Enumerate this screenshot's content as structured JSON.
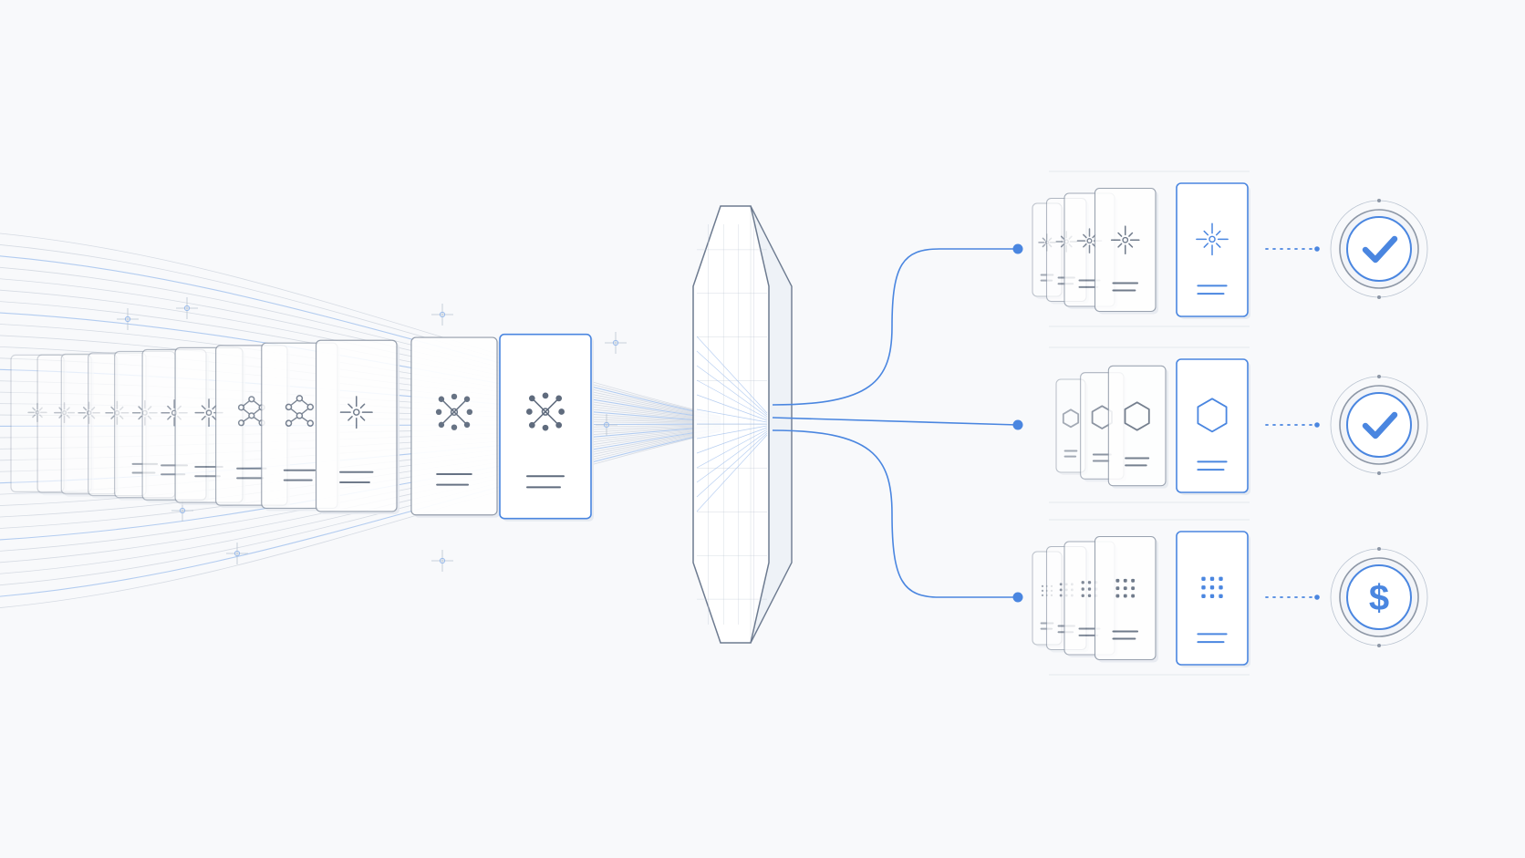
{
  "colors": {
    "background": "#f8f9fb",
    "accent": "#4a86e0",
    "accent_soft": "#9bbcec",
    "line_gray": "#b9c3d0",
    "card_stroke": "#8d97a6",
    "glyph": "#5f6b7d",
    "prism_stroke": "#6d7b90"
  },
  "input_stack": {
    "card_count": 12,
    "glyph_sequence": [
      "sparkle-icon",
      "sparkle-icon",
      "sparkle-icon",
      "sparkle-icon",
      "sparkle-icon",
      "sparkle-icon",
      "sparkle-icon",
      "nodes-icon",
      "nodes-icon",
      "sparkle-icon",
      "network-icon",
      "network-icon"
    ]
  },
  "prism": {
    "name": "prism-filter"
  },
  "output_branches": [
    {
      "name": "sparkle",
      "card_glyph": "sparkle-icon",
      "card_count": 5,
      "result_icon": "check-icon",
      "result_text": ""
    },
    {
      "name": "hexagon",
      "card_glyph": "hexagon-icon",
      "card_count": 4,
      "result_icon": "check-icon",
      "result_text": ""
    },
    {
      "name": "grid",
      "card_glyph": "dot-grid-icon",
      "card_count": 5,
      "result_icon": "dollar-icon",
      "result_text": "$"
    }
  ]
}
